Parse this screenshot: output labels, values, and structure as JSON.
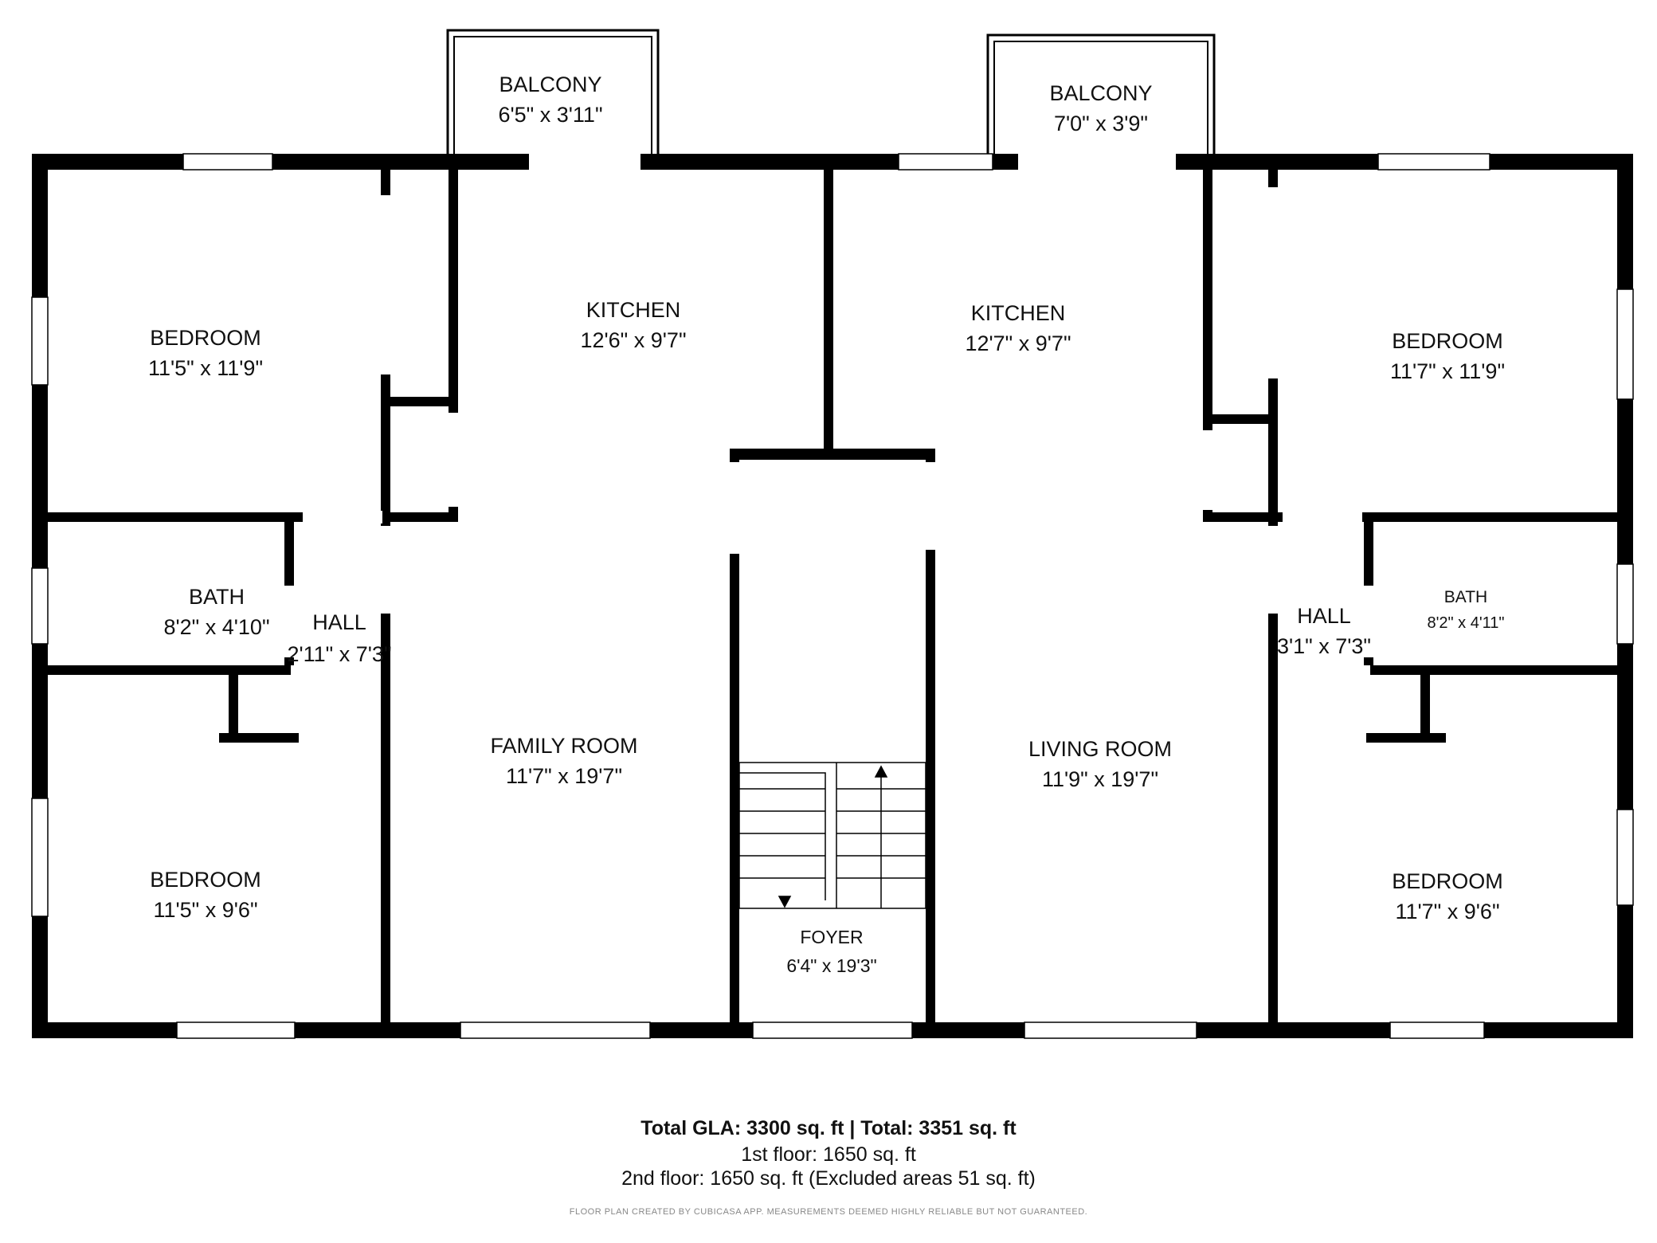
{
  "rooms": {
    "balcony_left": {
      "name": "BALCONY",
      "dims": "6'5\" x 3'11\""
    },
    "balcony_right": {
      "name": "BALCONY",
      "dims": "7'0\" x 3'9\""
    },
    "bedroom_tl": {
      "name": "BEDROOM",
      "dims": "11'5\" x 11'9\""
    },
    "kitchen_left": {
      "name": "KITCHEN",
      "dims": "12'6\" x 9'7\""
    },
    "kitchen_right": {
      "name": "KITCHEN",
      "dims": "12'7\" x 9'7\""
    },
    "bedroom_tr": {
      "name": "BEDROOM",
      "dims": "11'7\" x 11'9\""
    },
    "bath_left": {
      "name": "BATH",
      "dims": "8'2\" x 4'10\""
    },
    "hall_left": {
      "name": "HALL",
      "dims": "2'11\" x 7'3\""
    },
    "hall_right": {
      "name": "HALL",
      "dims": "3'1\" x 7'3\""
    },
    "bath_right": {
      "name": "BATH",
      "dims": "8'2\" x 4'11\""
    },
    "family_room": {
      "name": "FAMILY ROOM",
      "dims": "11'7\" x 19'7\""
    },
    "living_room": {
      "name": "LIVING ROOM",
      "dims": "11'9\" x 19'7\""
    },
    "bedroom_bl": {
      "name": "BEDROOM",
      "dims": "11'5\" x 9'6\""
    },
    "bedroom_br": {
      "name": "BEDROOM",
      "dims": "11'7\" x 9'6\""
    },
    "foyer": {
      "name": "FOYER",
      "dims": "6'4\" x 19'3\""
    }
  },
  "footer": {
    "total": "Total GLA: 3300 sq. ft | Total: 3351 sq. ft",
    "floor1": "1st floor: 1650 sq. ft",
    "floor2": "2nd floor: 1650 sq. ft (Excluded areas 51 sq. ft)",
    "credit": "FLOOR PLAN CREATED BY CUBICASA APP. MEASUREMENTS DEEMED HIGHLY RELIABLE BUT NOT GUARANTEED."
  },
  "colors": {
    "wall": "#000000",
    "background": "#ffffff",
    "opening": "#ffffff"
  }
}
